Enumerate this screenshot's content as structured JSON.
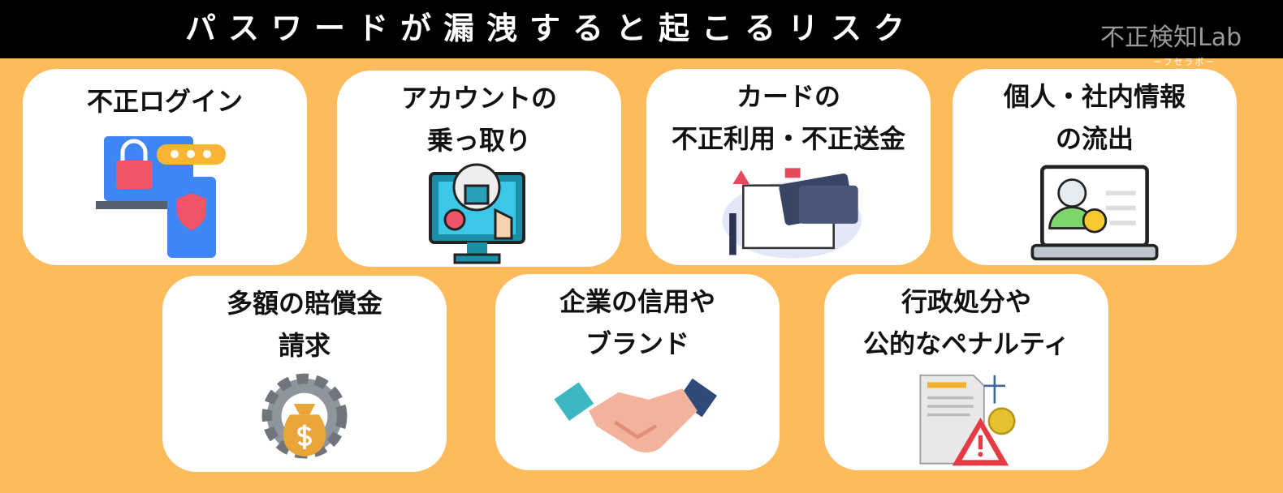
{
  "title": "パスワードが漏洩すると起こるリスク",
  "logo": {
    "main": "不正検知Lab",
    "sub": "ーフセラボー"
  },
  "risks": [
    {
      "label": "不正ログイン",
      "icon": "laptop-lock-icon"
    },
    {
      "label": "アカウントの\n乗っ取り",
      "icon": "monitor-lock-icon"
    },
    {
      "label": "カードの\n不正利用・不正送金",
      "icon": "credit-card-icon"
    },
    {
      "label": "個人・社内情報\nの流出",
      "icon": "user-data-leak-icon"
    },
    {
      "label": "多額の賠償金\n請求",
      "icon": "money-bag-gear-icon"
    },
    {
      "label": "企業の信用や\nブランド",
      "icon": "handshake-icon"
    },
    {
      "label": "行政処分や\n公的なペナルティ",
      "icon": "document-warning-icon"
    }
  ]
}
